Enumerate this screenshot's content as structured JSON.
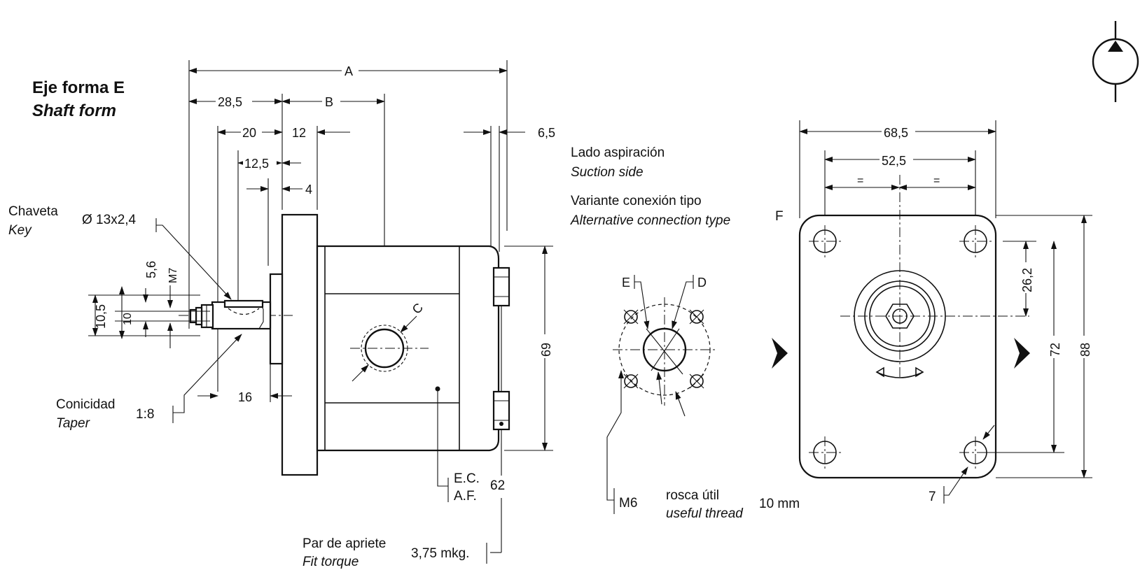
{
  "title": {
    "es": "Eje forma E",
    "en": "Shaft form"
  },
  "dimensions": {
    "A": "A",
    "B": "B",
    "d28_5": "28,5",
    "d20": "20",
    "d12": "12",
    "d12_5": "12,5",
    "d4": "4",
    "d6_5": "6,5",
    "d5_6": "5,6",
    "dM7": "M7",
    "d10_5": "10,5",
    "d10": "10",
    "d16": "16",
    "d69": "69",
    "d62": "62",
    "C": "C",
    "d68_5": "68,5",
    "d52_5": "52,5",
    "eq1": "=",
    "eq2": "=",
    "d26_2": "26,2",
    "d72": "72",
    "d88": "88",
    "d7": "7",
    "E": "E",
    "D": "D",
    "F": "F"
  },
  "labels": {
    "key_es": "Chaveta",
    "key_en": "Key",
    "key_size": "Ø 13x2,4",
    "taper_es": "Conicidad",
    "taper_en": "Taper",
    "taper_ratio": "1:8",
    "suction_es": "Lado aspiración",
    "suction_en": "Suction side",
    "variant_es": "Variante conexión tipo",
    "variant_en": "Alternative connection type",
    "ec": "E.C.",
    "af": "A.F.",
    "torque_es": "Par de apriete",
    "torque_en": "Fit torque",
    "torque_val": "3,75 mkg.",
    "m6": "M6",
    "thread_es": "rosca útil",
    "thread_en": "useful thread",
    "thread_len": "10 mm"
  }
}
